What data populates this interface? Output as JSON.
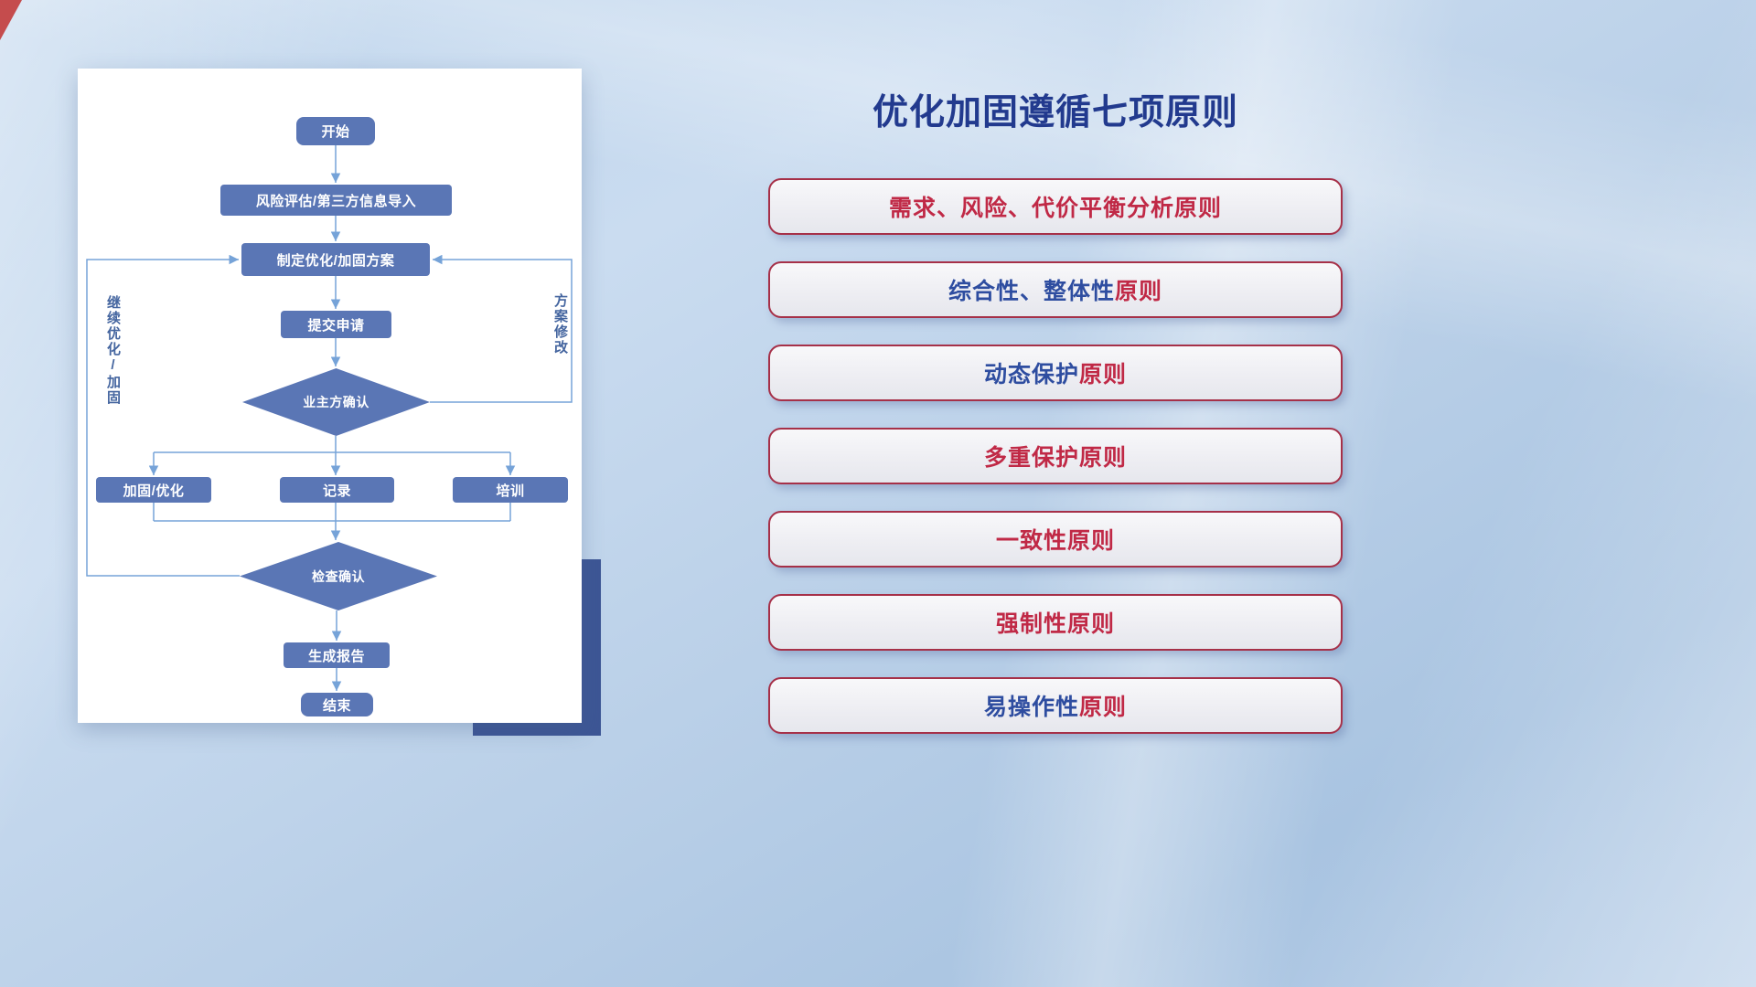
{
  "title": "优化加固遵循七项原则",
  "colors": {
    "title": "#223a8e",
    "crimson": "#c02946",
    "navy": "#2e4da0",
    "box_border": "#a63048",
    "node_fill": "#5a76b5",
    "node_text": "#ffffff",
    "line": "#76a3d8",
    "loop_label": "#44659f",
    "shadow_rect": "#3d5695"
  },
  "flowchart": {
    "nodes": {
      "start": "开始",
      "risk_import": "风险评估/第三方信息导入",
      "make_plan": "制定优化/加固方案",
      "submit": "提交申请",
      "owner_confirm": "业主方确认",
      "reinforce": "加固/优化",
      "record": "记录",
      "training": "培训",
      "check_confirm": "检查确认",
      "report": "生成报告",
      "end": "结束"
    },
    "loop_labels": {
      "left": "继续优化/加固",
      "right": "方案修改"
    }
  },
  "principles": [
    {
      "parts": [
        {
          "text": "需求、风险、代价平衡分析原则",
          "color": "crimson"
        }
      ]
    },
    {
      "parts": [
        {
          "text": "综合性、整体性",
          "color": "navy"
        },
        {
          "text": "原则",
          "color": "crimson"
        }
      ]
    },
    {
      "parts": [
        {
          "text": "动态保护",
          "color": "navy"
        },
        {
          "text": "原则",
          "color": "crimson"
        }
      ]
    },
    {
      "parts": [
        {
          "text": "多重保护原则",
          "color": "crimson"
        }
      ]
    },
    {
      "parts": [
        {
          "text": "一致性原则",
          "color": "crimson"
        }
      ]
    },
    {
      "parts": [
        {
          "text": "强制性原则",
          "color": "crimson"
        }
      ]
    },
    {
      "parts": [
        {
          "text": "易操作性",
          "color": "navy"
        },
        {
          "text": "原则",
          "color": "crimson"
        }
      ]
    }
  ]
}
